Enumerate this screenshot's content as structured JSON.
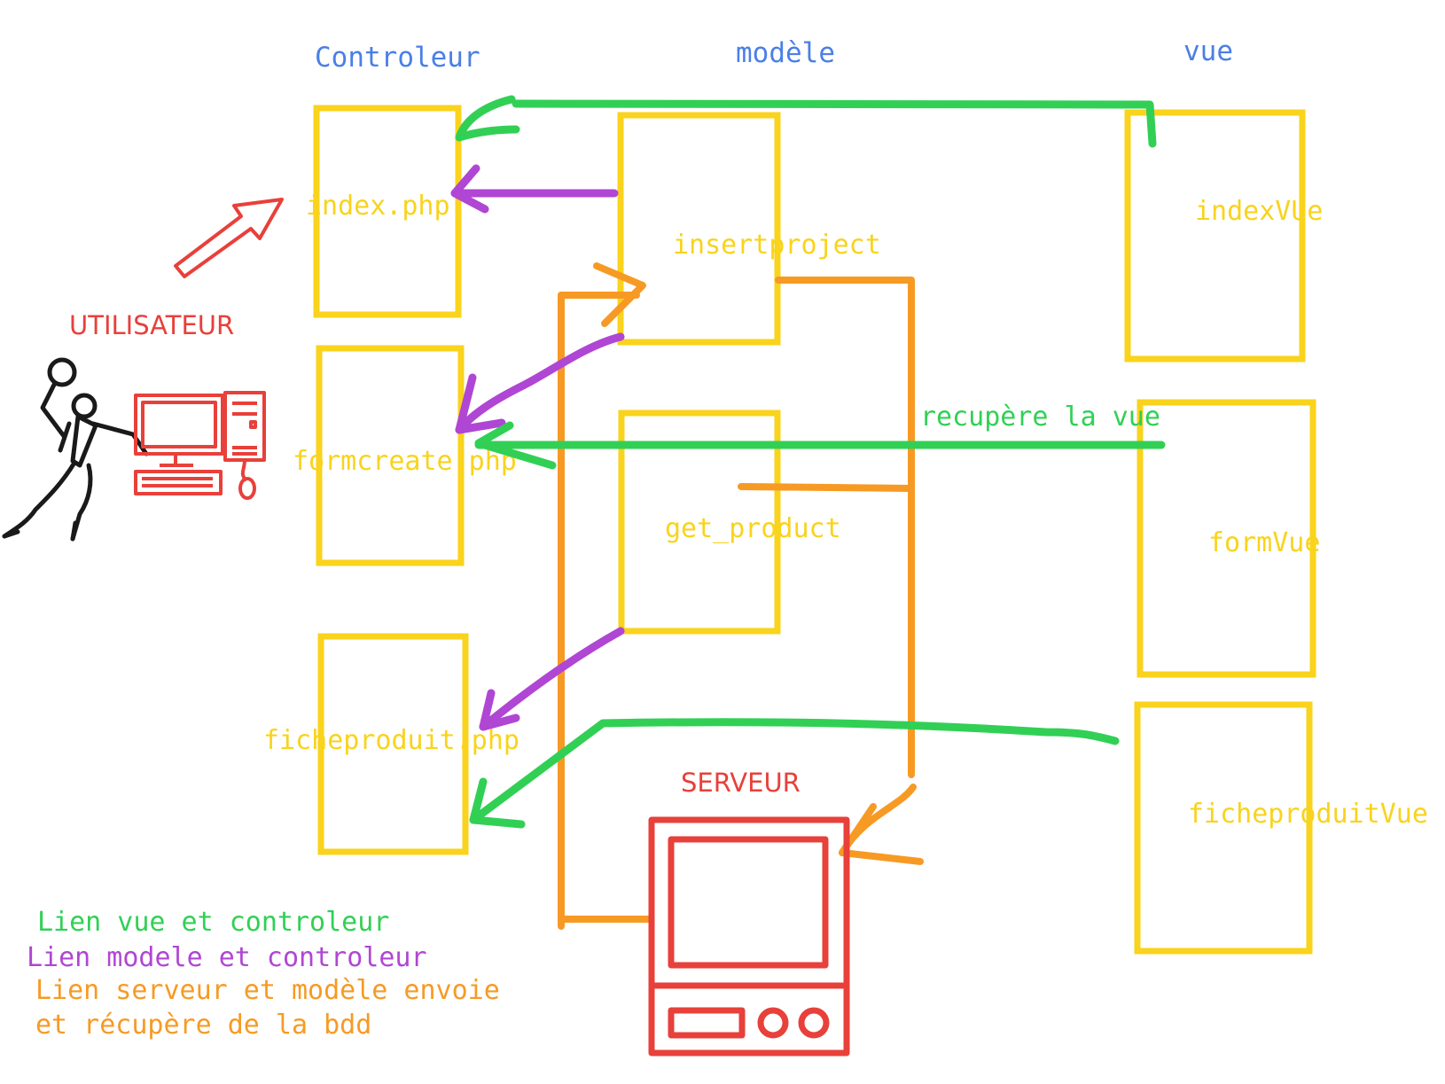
{
  "headers": {
    "controller": "Controleur",
    "model": "modèle",
    "view": "vue"
  },
  "controller_boxes": {
    "index": "index.php",
    "formcreate": "formcreate.php",
    "ficheproduit": "ficheproduit.php"
  },
  "model_boxes": {
    "insertproject": "insertproject",
    "get_product": "get_product"
  },
  "view_boxes": {
    "index": "indexVUe",
    "form": "formVue",
    "ficheproduit": "ficheproduitVue"
  },
  "labels": {
    "user": "UTILISATEUR",
    "server": "SERVEUR",
    "recupere_vue": "recupère la vue"
  },
  "legend": {
    "green": "Lien vue et controleur",
    "purple": "Lien modele et controleur",
    "orange_line1": "Lien serveur et modèle envoie",
    "orange_line2": "et récupère de la bdd"
  },
  "colors": {
    "header_blue": "#4a7fe6",
    "box_yellow": "#f9d31c",
    "link_green": "#31d055",
    "link_purple": "#b046d4",
    "link_orange": "#f79a24",
    "accent_red": "#e8403a",
    "figure_black": "#1a1a1a"
  }
}
